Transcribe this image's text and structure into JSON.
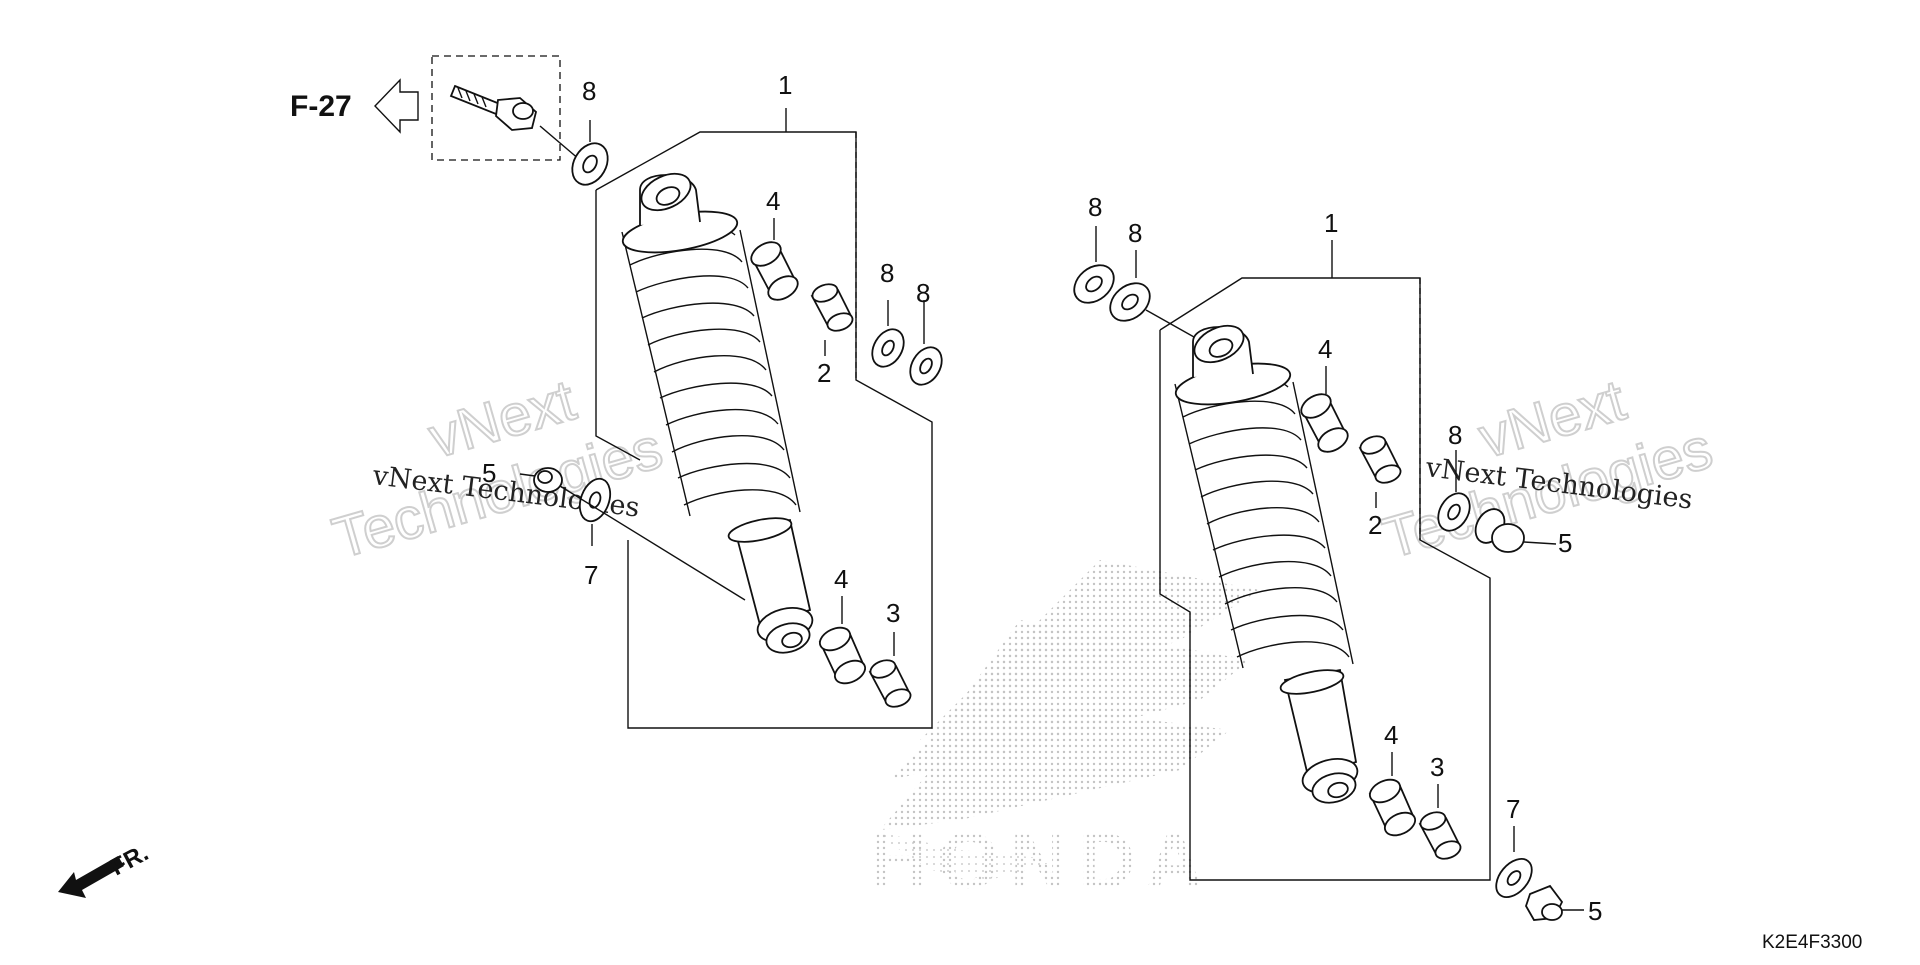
{
  "diagram": {
    "section_ref": "F-27",
    "front_label": "FR.",
    "drawing_code": "K2E4F3300",
    "watermark": {
      "line1": "vNext",
      "line2": "Technologies",
      "inline": "vNext Technologies"
    },
    "logo_text": "HONDA",
    "callouts": {
      "shock_absorber": "1",
      "collar_upper": "2",
      "collar_lower": "3",
      "bushing": "4",
      "cap_nut": "5",
      "washer_7": "7",
      "washer_8": "8"
    }
  },
  "colors": {
    "line": "#111111",
    "watermark_outline": "#cfcfcf",
    "logo_dots": "#c8c8c8"
  }
}
